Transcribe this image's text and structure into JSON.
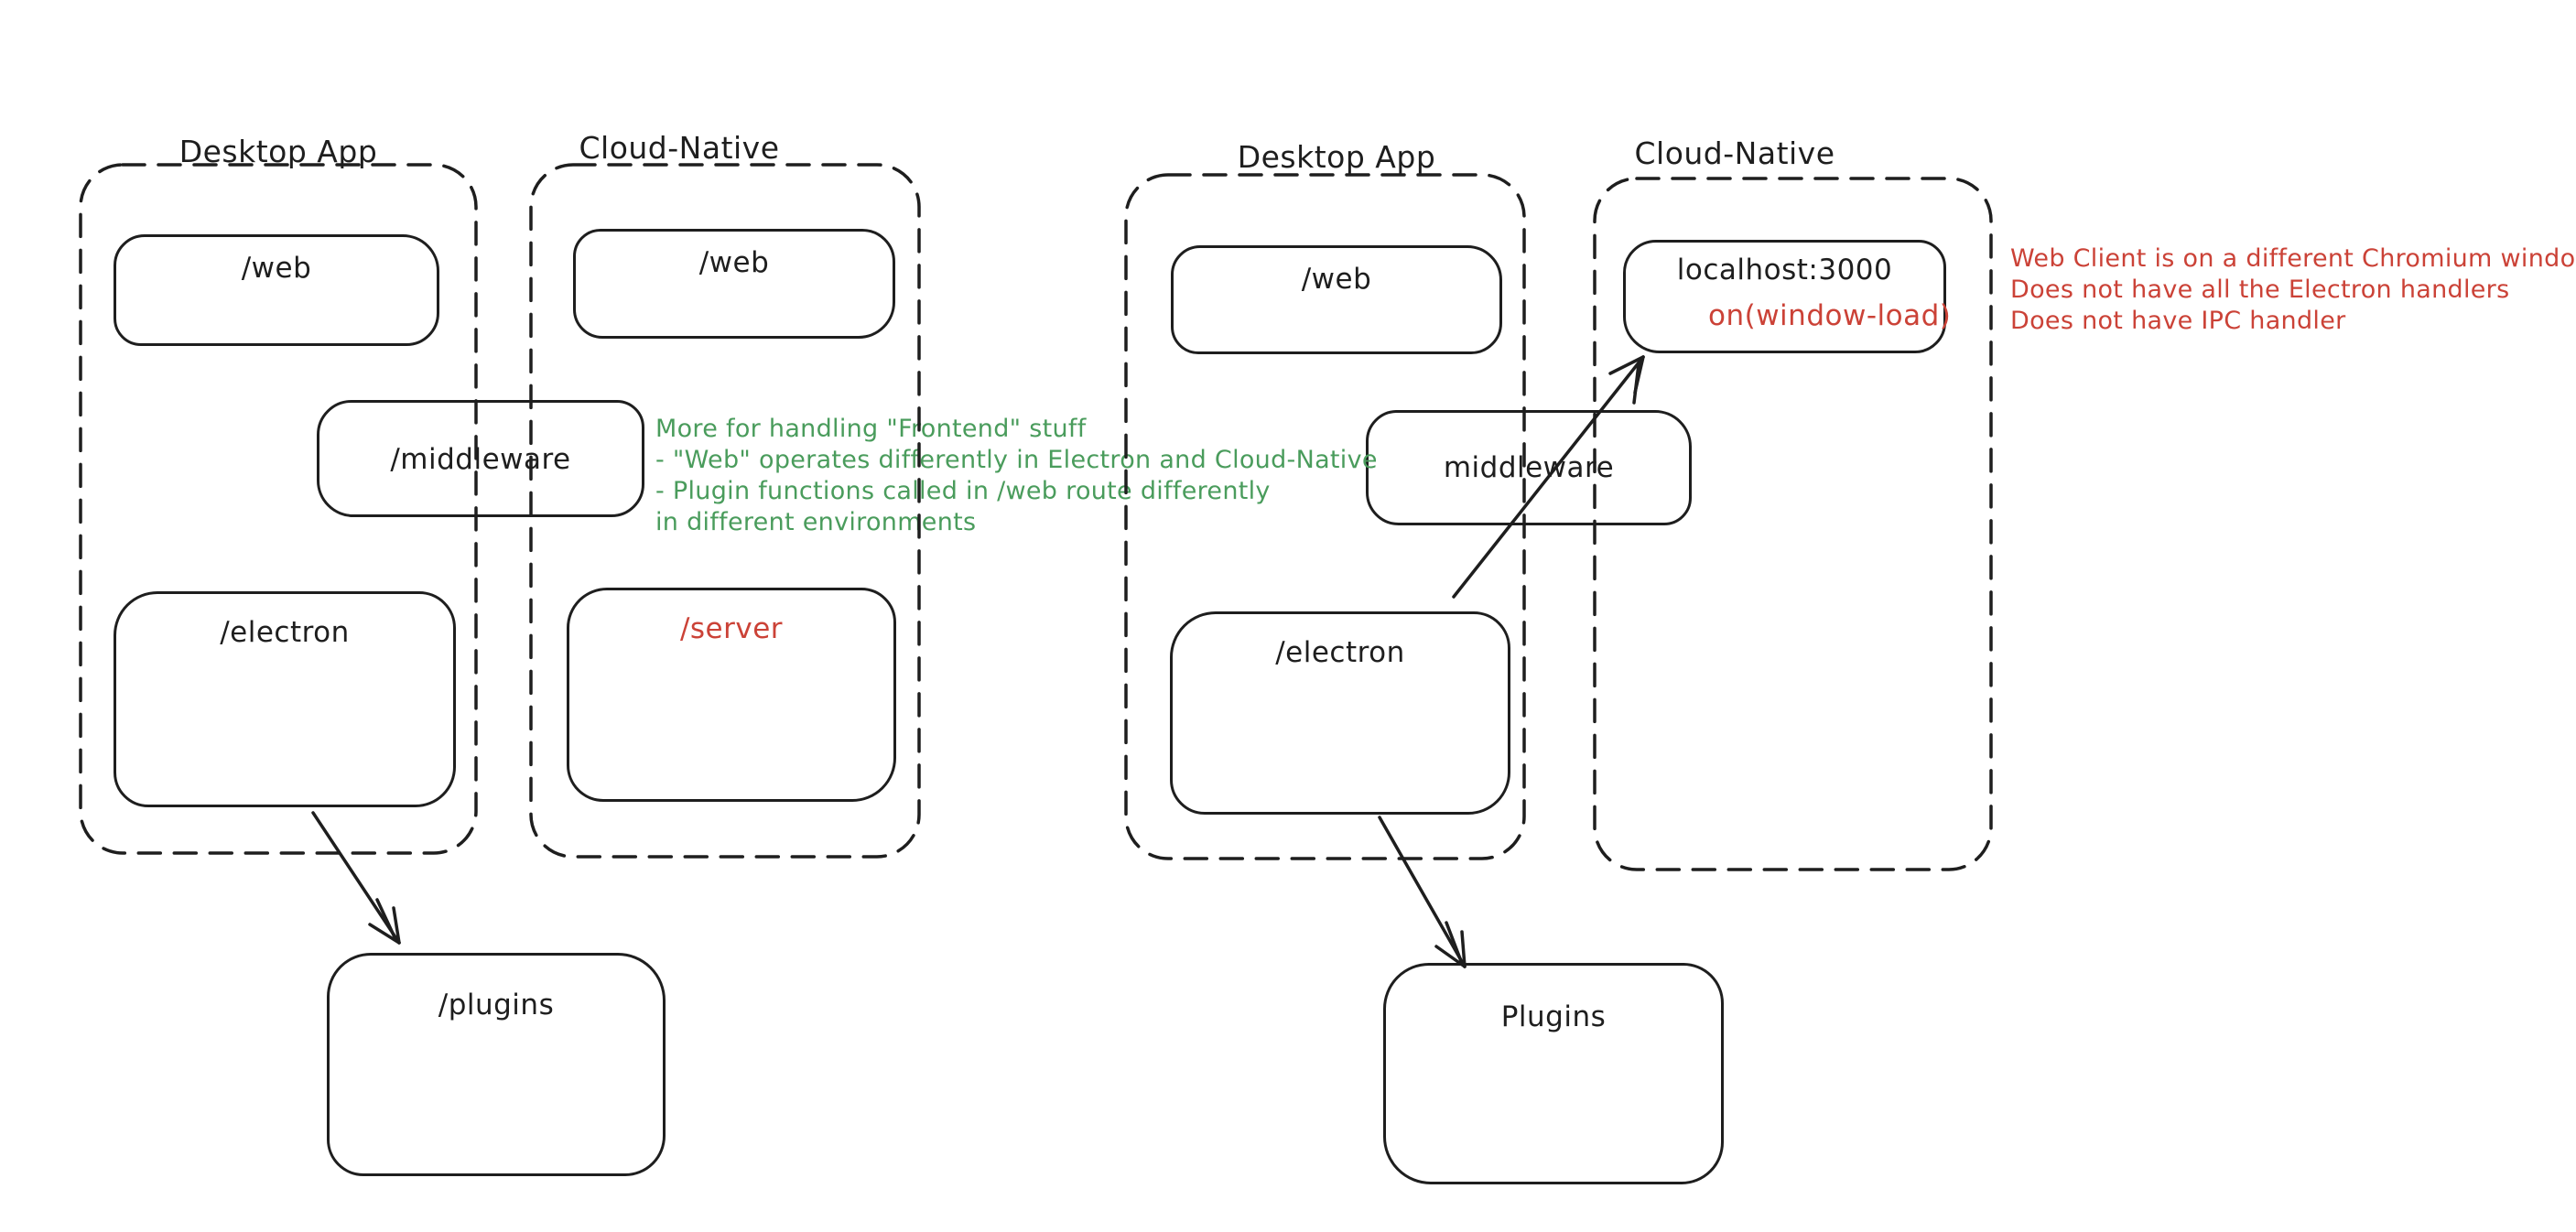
{
  "colors": {
    "ink": "#1e1e1e",
    "red": "#cb4237",
    "green": "#4a9c5c",
    "background": "#ffffff"
  },
  "left_diagram": {
    "desktop_label": "Desktop App",
    "cloud_label": "Cloud-Native",
    "boxes": {
      "web_desktop": "/web",
      "web_cloud": "/web",
      "middleware": "/middleware",
      "electron": "/electron",
      "server": "/server",
      "plugins": "/plugins"
    }
  },
  "right_diagram": {
    "desktop_label": "Desktop App",
    "cloud_label": "Cloud-Native",
    "boxes": {
      "web": "/web",
      "localhost": "localhost:3000",
      "localhost_event": "on(window-load)",
      "middleware": "middleware",
      "electron": "/electron",
      "plugins": "Plugins"
    }
  },
  "annotations": {
    "green_note": {
      "lines": [
        "More for handling \"Frontend\" stuff",
        "- \"Web\" operates differently in Electron and Cloud-Native",
        "- Plugin functions called in /web route differently",
        "in different environments"
      ]
    },
    "red_note": {
      "lines": [
        "Web Client is on a different Chromium window",
        "Does not have all the Electron handlers",
        "Does not have IPC handler"
      ]
    }
  }
}
